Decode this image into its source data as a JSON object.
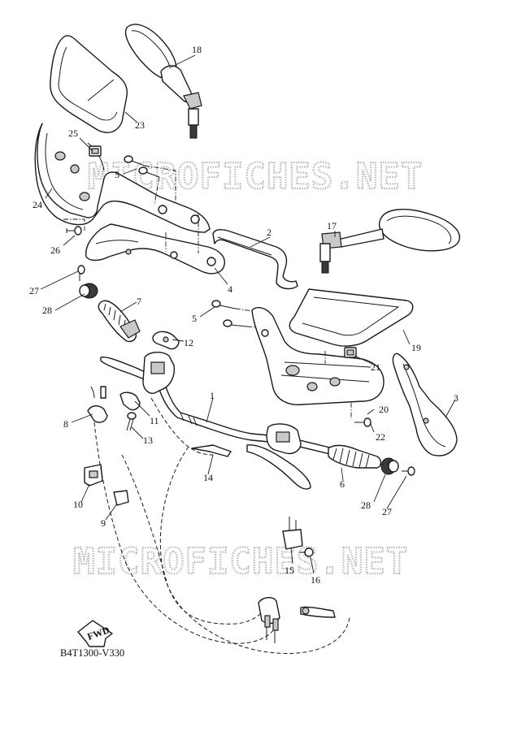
{
  "watermark": "MICROFICHES.NET",
  "diagram_code": "B4T1300-V330",
  "fwd_label": "FWD",
  "callouts": {
    "p1": "1",
    "p2": "2",
    "p3": "3",
    "p4": "4",
    "p5a": "5",
    "p5b": "5",
    "p6": "6",
    "p7": "7",
    "p8": "8",
    "p9": "9",
    "p10": "10",
    "p11": "11",
    "p12": "12",
    "p13": "13",
    "p14": "14",
    "p15": "15",
    "p16": "16",
    "p17": "17",
    "p18": "18",
    "p19": "19",
    "p20": "20",
    "p21": "21",
    "p22": "22",
    "p23": "23",
    "p24": "24",
    "p25": "25",
    "p26": "26",
    "p27a": "27",
    "p27b": "27",
    "p28a": "28",
    "p28b": "28"
  }
}
